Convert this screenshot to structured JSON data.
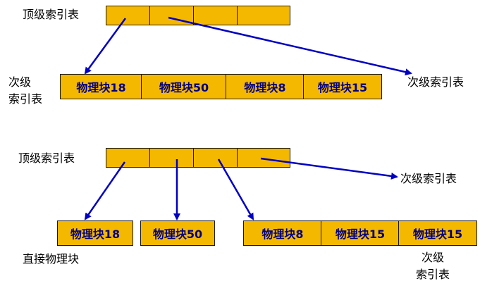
{
  "colors": {
    "cell_fill": "#f5b800",
    "cell_border": "#1a1a1a",
    "block_text": "#000080",
    "arrow": "#0000c0"
  },
  "top": {
    "top_index_label": "顶级索引表",
    "left_label_line1": "次级",
    "left_label_line2": "索引表",
    "right_label": "次级索引表",
    "blocks": [
      "物理块18",
      "物理块50",
      "物理块8",
      "物理块15"
    ]
  },
  "bottom": {
    "top_index_label": "顶级索引表",
    "right_label": "次级索引表",
    "direct_block": "物理块18",
    "direct_block_2": "物理块50",
    "secondary_blocks": [
      "物理块8",
      "物理块15",
      "物理块15"
    ],
    "direct_label": "直接物理块",
    "secondary_label_line1": "次级",
    "secondary_label_line2": "索引表"
  }
}
